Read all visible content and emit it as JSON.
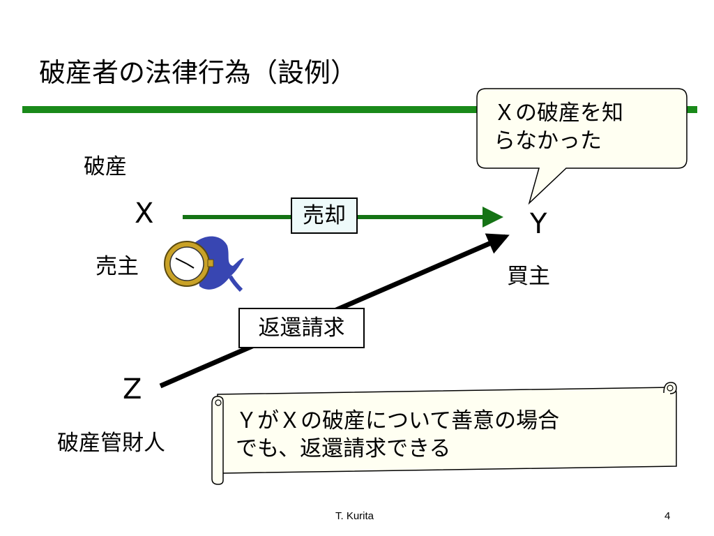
{
  "slide": {
    "title": "破産者の法律行為（設例）",
    "footer_author": "T. Kurita",
    "page_number": "4"
  },
  "colors": {
    "rule": "#1a8a1a",
    "sale_arrow": "#157315",
    "claim_arrow": "#000000",
    "note_fill": "#fffff2",
    "sale_box_fill": "#eefafa"
  },
  "parties": {
    "seller_status": "破産",
    "seller_letter": "X",
    "seller_role": "売主",
    "buyer_letter": "Y",
    "buyer_role": "買主",
    "trustee_letter": "Z",
    "trustee_role": "破産管財人"
  },
  "arrows": {
    "sale_label": "売却",
    "claim_label": "返還請求"
  },
  "callout": {
    "line1": "Ｘの破産を知",
    "line2": "らなかった"
  },
  "note": {
    "line1": "ＹがＸの破産について善意の場合",
    "line2": "でも、返還請求できる"
  },
  "icons": {
    "item": "wristwatch-icon"
  }
}
